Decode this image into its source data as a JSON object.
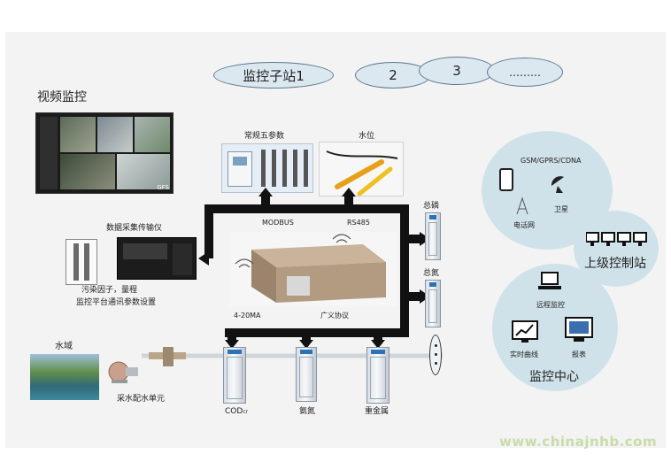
{
  "stations": {
    "tab1": "监控子站1",
    "tab2": "2",
    "tab3": "3",
    "tab_more": "………"
  },
  "video": {
    "title": "视频监控",
    "logo_text": "GFS"
  },
  "params": {
    "conventional": "常规五参数",
    "water_level": "水位"
  },
  "protocols": {
    "modbus": "MODBUS",
    "rs485": "RS485",
    "analog": "4-20MA",
    "generalized": "广义协议"
  },
  "collector": {
    "title": "数据采集传输仪",
    "desc_line1": "污染因子，量程",
    "desc_line2": "监控平台通讯参数设置"
  },
  "right_analyzers": {
    "total_phosphorus": "总磷",
    "total_nitrogen": "总氮"
  },
  "bottom": {
    "water_area": "水域",
    "sampling_unit": "采水配水单元",
    "cod": "COD",
    "cod_sub": "cr",
    "ammonia": "氨氮",
    "heavy_metal": "重金属"
  },
  "comm": {
    "networks": "GSM/GPRS/CDNA",
    "satellite": "卫星",
    "telecom": "电话网"
  },
  "upper": {
    "label": "上级控制站"
  },
  "center": {
    "remote": "远程监控",
    "realtime": "实时曲线",
    "report": "报表",
    "label": "监控中心"
  },
  "watermark": "www.chinajnhb.com",
  "colors": {
    "panel": "#f3f3f3",
    "bubble": "#cfe2ea",
    "ellipse": "#dbe8f0",
    "pipe": "#111111",
    "water_pipe": "#d0d5da",
    "cabinet_accent": "#2a73b8"
  }
}
